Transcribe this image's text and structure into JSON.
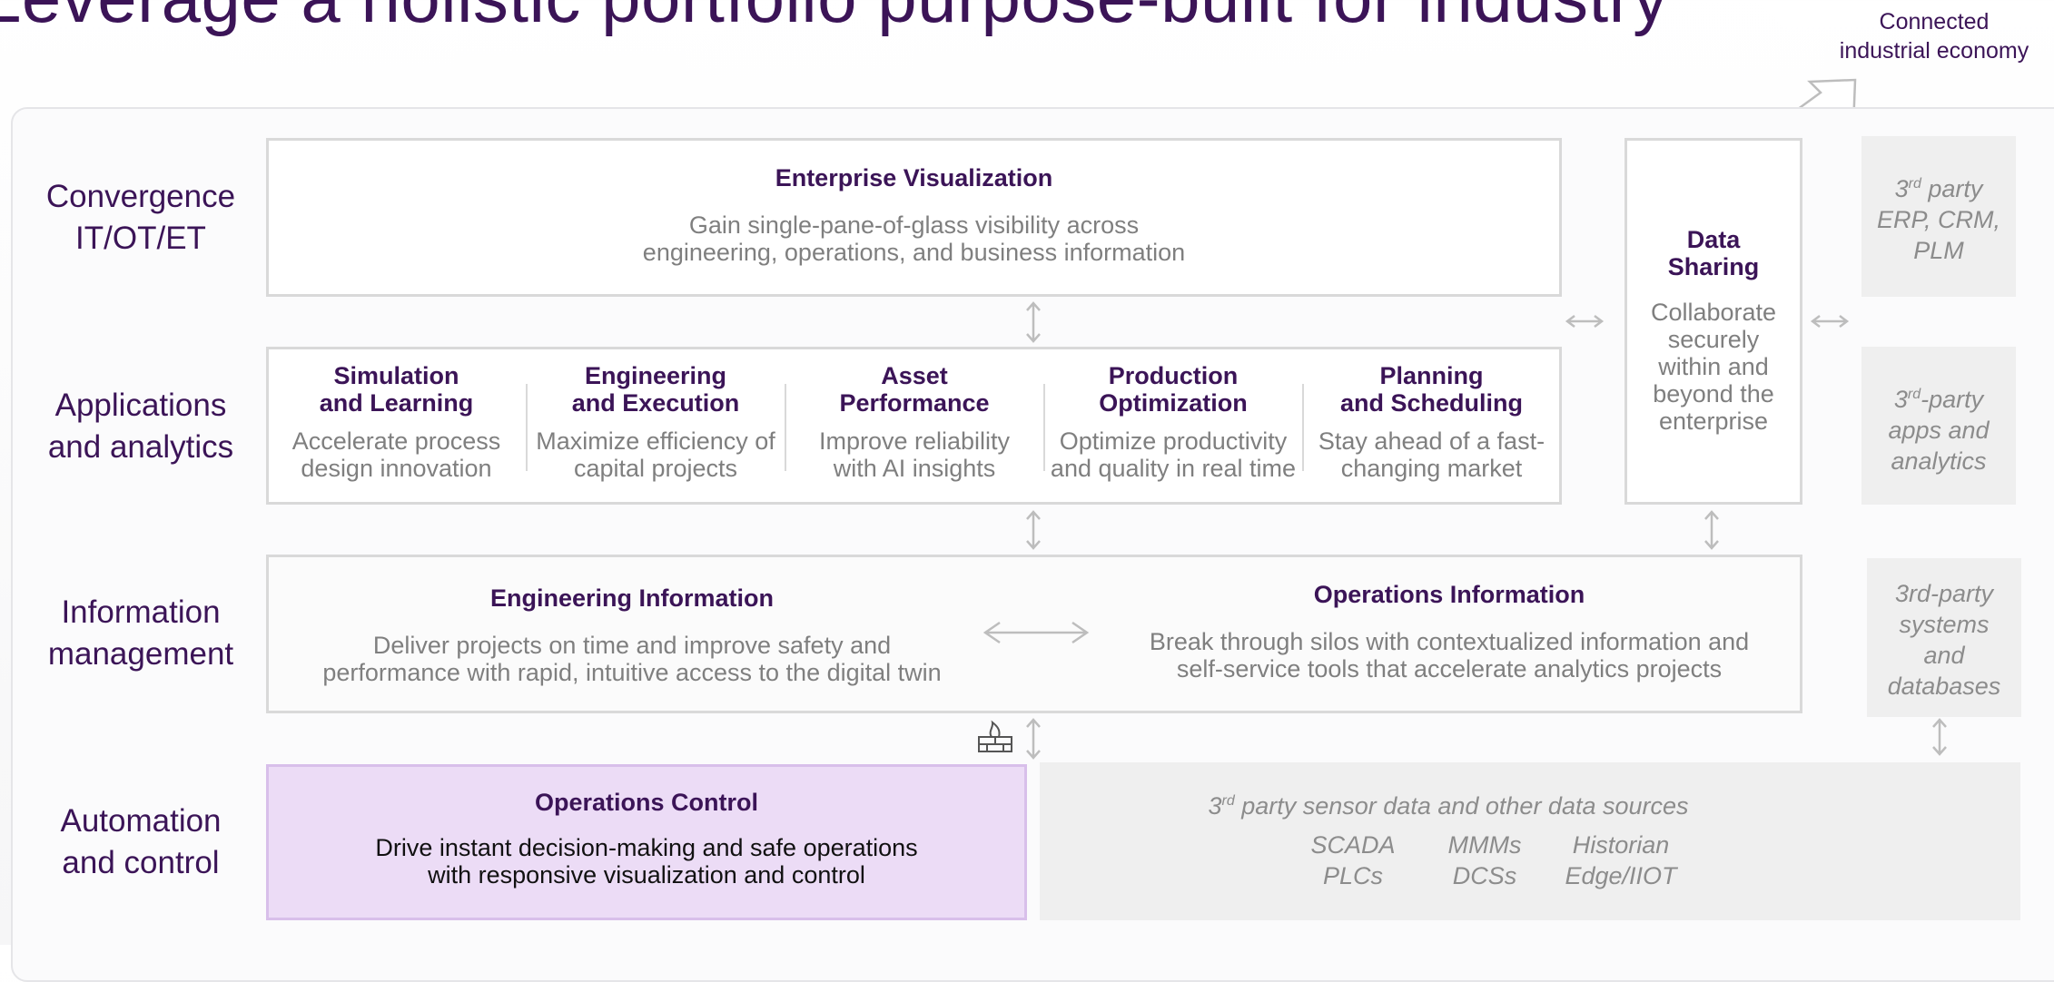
{
  "title": "Leverage a holistic portfolio purpose-built for industry",
  "top_right_label": [
    "Connected",
    "industrial economy"
  ],
  "row_labels": [
    [
      "Convergence",
      "IT/OT/ET"
    ],
    [
      "Applications",
      "and analytics"
    ],
    [
      "Information",
      "management"
    ],
    [
      "Automation",
      "and control"
    ]
  ],
  "enterprise": {
    "title": "Enterprise Visualization",
    "desc": [
      "Gain single-pane-of-glass visibility across",
      "engineering, operations, and business information"
    ]
  },
  "apps": [
    {
      "title": [
        "Simulation",
        "and Learning"
      ],
      "desc": [
        "Accelerate process",
        "design innovation"
      ]
    },
    {
      "title": [
        "Engineering",
        "and Execution"
      ],
      "desc": [
        "Maximize efficiency of",
        "capital projects"
      ]
    },
    {
      "title": [
        "Asset",
        "Performance"
      ],
      "desc": [
        "Improve reliability",
        "with AI insights"
      ]
    },
    {
      "title": [
        "Production",
        "Optimization"
      ],
      "desc": [
        "Optimize productivity",
        "and quality in real time"
      ]
    },
    {
      "title": [
        "Planning",
        "and Scheduling"
      ],
      "desc": [
        "Stay ahead of a fast-",
        "changing market"
      ]
    }
  ],
  "data_sharing": {
    "title": [
      "Data",
      "Sharing"
    ],
    "desc": [
      "Collaborate",
      "securely",
      "within and",
      "beyond the",
      "enterprise"
    ]
  },
  "third_party": {
    "erp": {
      "sup": "rd",
      "lines": [
        "3",
        " party",
        "ERP, CRM,",
        "PLM"
      ]
    },
    "apps": {
      "sup": "rd",
      "lines": [
        "3",
        "-party",
        "apps and",
        "analytics"
      ]
    },
    "systems": {
      "lines": [
        "3rd-party",
        "systems",
        "and",
        "databases"
      ]
    }
  },
  "info_mgmt": {
    "engineering": {
      "title": "Engineering Information",
      "desc": [
        "Deliver projects on time and improve safety and",
        "performance with rapid, intuitive access to the digital twin"
      ]
    },
    "operations": {
      "title": "Operations Information",
      "desc": [
        "Break through silos with contextualized information and",
        "self-service tools that accelerate analytics projects"
      ]
    }
  },
  "ops_control": {
    "title": "Operations Control",
    "desc": [
      "Drive instant decision-making and safe operations",
      "with responsive visualization and control"
    ]
  },
  "sensor": {
    "title_pre": "3",
    "title_sup": "rd",
    "title_post": " party sensor data and other data sources",
    "cols": [
      [
        "SCADA",
        "PLCs"
      ],
      [
        "MMMs",
        "DCSs"
      ],
      [
        "Historian",
        "Edge/IIOT"
      ]
    ]
  },
  "colors": {
    "accent": "#3b1457",
    "ops_fill": "#ecdcf6",
    "ops_border": "#d8bfea",
    "box_border": "#d9d9d9"
  }
}
